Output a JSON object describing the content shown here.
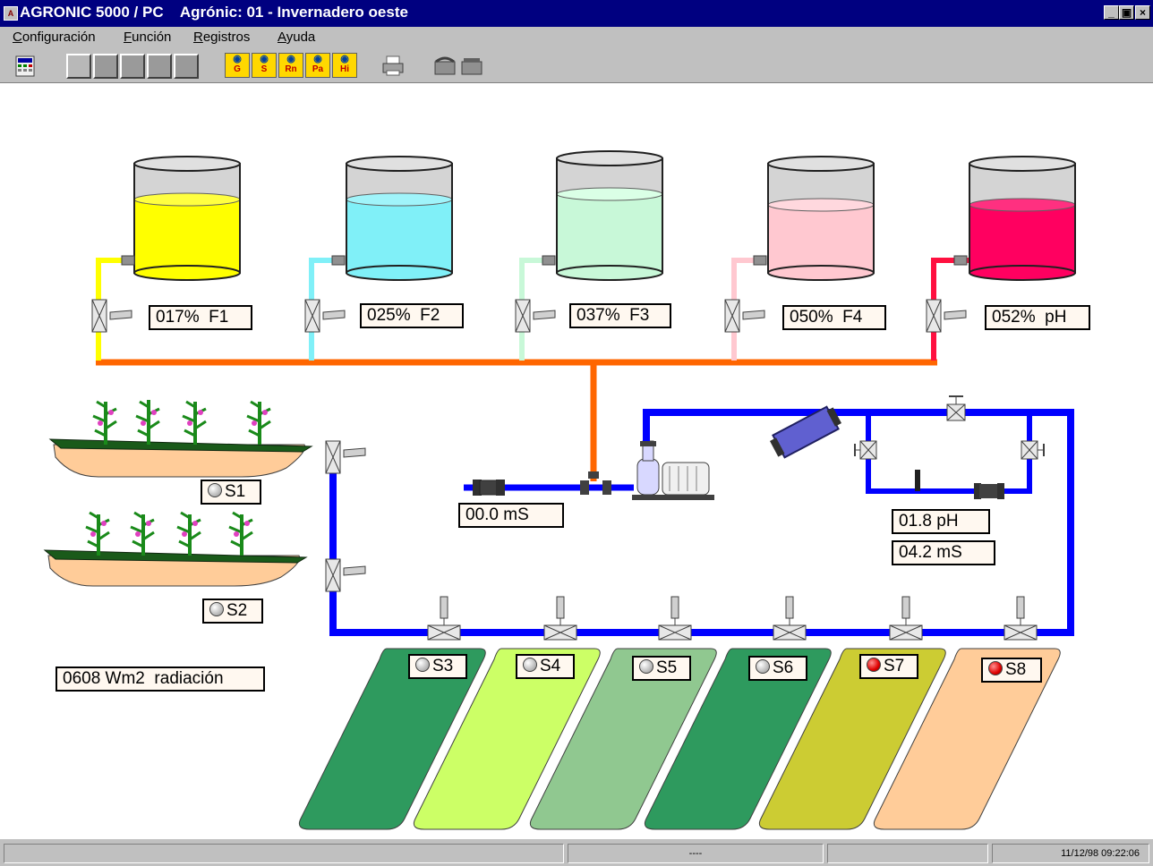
{
  "window": {
    "title": "AGRONIC 5000 / PC    Agrónic: 01 - Invernadero oeste",
    "min_label": "_",
    "max_label": "▣",
    "close_label": "×"
  },
  "menu": {
    "items": [
      "Configuración",
      "Función",
      "Registros",
      "Ayuda"
    ]
  },
  "toolbar": {
    "eye_buttons": [
      "G",
      "S",
      "Rn",
      "Pa",
      "Hi"
    ]
  },
  "tanks": [
    {
      "label": "017%  F1",
      "color": "#ffff00",
      "level": 0.55
    },
    {
      "label": "025%  F2",
      "color": "#80f0f8",
      "level": 0.55
    },
    {
      "label": "037%  F3",
      "color": "#c8f8d8",
      "level": 0.6
    },
    {
      "label": "050%  F4",
      "color": "#ffc8d0",
      "level": 0.55
    },
    {
      "label": "052%  pH",
      "color": "#ff0060",
      "level": 0.55
    }
  ],
  "readings": {
    "inlet_ec": "00.0 mS",
    "ph": "01.8 pH",
    "ec": "04.2 mS",
    "radiation": "0608 Wm2  radiación"
  },
  "sectors": [
    {
      "label": "S1",
      "active": false
    },
    {
      "label": "S2",
      "active": false
    },
    {
      "label": "S3",
      "active": false,
      "color": "#2e9a5e"
    },
    {
      "label": "S4",
      "active": false,
      "color": "#ccff66"
    },
    {
      "label": "S5",
      "active": false,
      "color": "#90c890"
    },
    {
      "label": "S6",
      "active": false,
      "color": "#2e9a5e"
    },
    {
      "label": "S7",
      "active": true,
      "color": "#cccc33"
    },
    {
      "label": "S8",
      "active": true,
      "color": "#ffcc99"
    }
  ],
  "status": {
    "middle": "----",
    "datetime": "11/12/98 09:22:06"
  },
  "colors": {
    "main_pipe": "#ff6600",
    "water_pipe": "#0000ff",
    "bed_soil": "#1a5a1a",
    "bed_base": "#ffcc99"
  }
}
